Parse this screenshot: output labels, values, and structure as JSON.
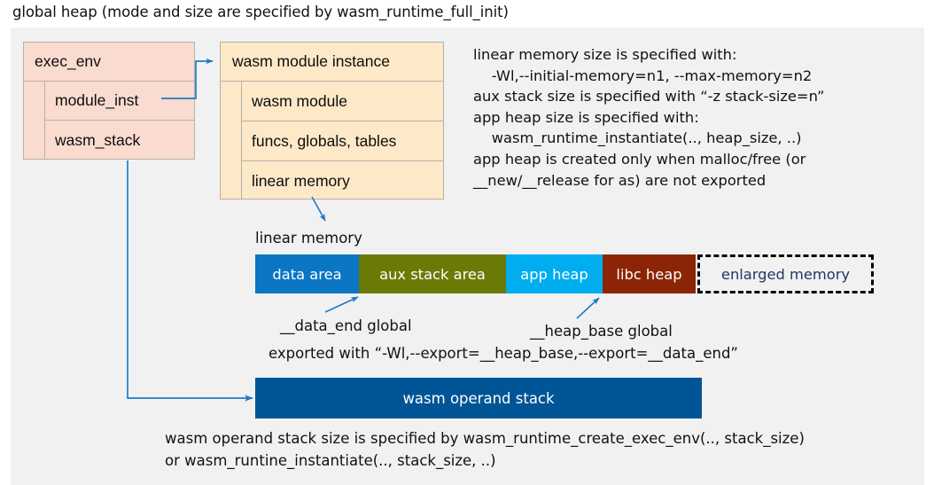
{
  "title": "global heap (mode and size are specified by wasm_runtime_full_init)",
  "exec_env": {
    "header": "exec_env",
    "rows": [
      {
        "label": "module_inst"
      },
      {
        "label": "wasm_stack"
      }
    ]
  },
  "module_instance": {
    "header": "wasm module instance",
    "rows": [
      {
        "label": "wasm module"
      },
      {
        "label": "funcs, globals, tables"
      },
      {
        "label": "linear memory"
      }
    ]
  },
  "notes": {
    "right": "linear memory size is specified with:\n    -Wl,--initial-memory=n1, --max-memory=n2\naux stack size is specified with “-z stack-size=n”\napp heap size is specified with:\n    wasm_runtime_instantiate(.., heap_size, ..)\napp heap is created only when malloc/free (or\n__new/__release for as) are not exported"
  },
  "linear_memory": {
    "label": "linear memory",
    "segments": [
      {
        "label": "data area",
        "color": "#0a76c4",
        "text_color": "#ffffff",
        "style": "solid"
      },
      {
        "label": "aux stack area",
        "color": "#6b7a06",
        "text_color": "#ffffff",
        "style": "solid"
      },
      {
        "label": "app heap",
        "color": "#00adef",
        "text_color": "#ffffff",
        "style": "solid"
      },
      {
        "label": "libc heap",
        "color": "#8c2506",
        "text_color": "#ffffff",
        "style": "solid"
      },
      {
        "label": "enlarged memory",
        "color": "transparent",
        "text_color": "#1f3864",
        "style": "dashed"
      }
    ]
  },
  "annotations": {
    "data_end": "__data_end global",
    "heap_base": "__heap_base global",
    "exported": "exported with “-Wl,--export=__heap_base,--export=__data_end”"
  },
  "operand_stack": {
    "label": "wasm operand stack",
    "color": "#005596"
  },
  "bottom_notes": "wasm operand stack size is specified by wasm_runtime_create_exec_env(.., stack_size)\nor wasm_runtine_instantiate(.., stack_size, ..)",
  "colors": {
    "panel_background": "#f1f1f1",
    "exec_env_fill": "#fadbd0",
    "module_instance_fill": "#fde9c7",
    "arrow": "#1f7ac4",
    "border": "#b5b0ab"
  }
}
